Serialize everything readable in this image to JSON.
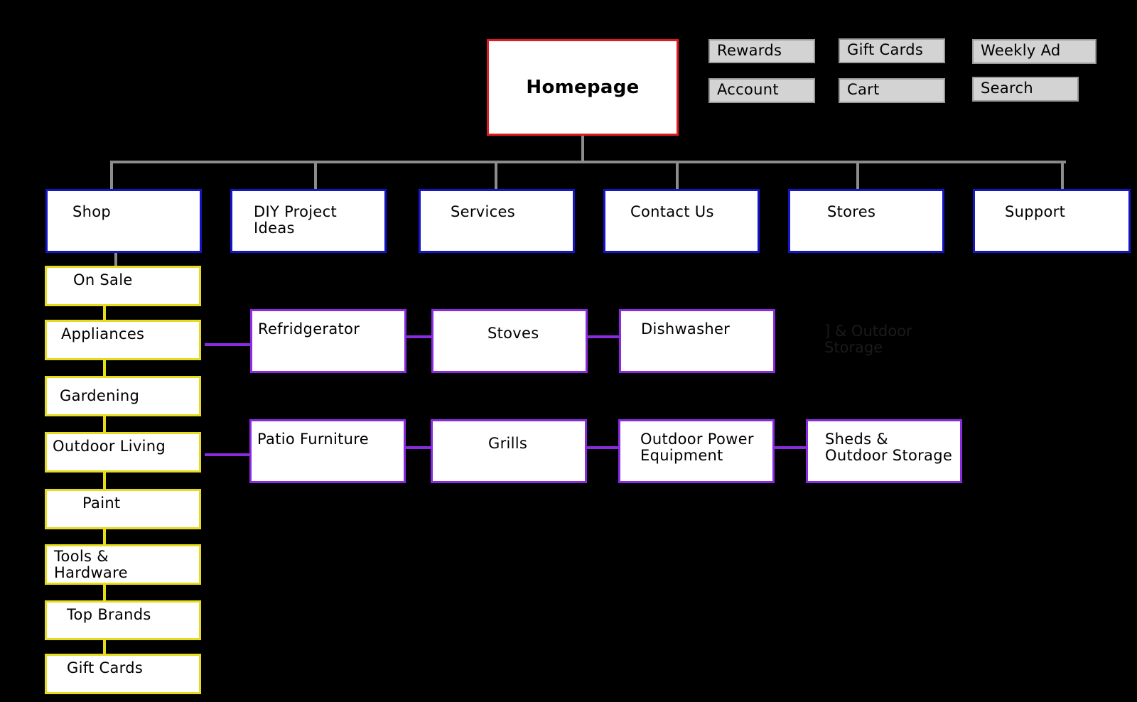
{
  "homepage": "Homepage",
  "utility_links": [
    "Rewards",
    "Gift Cards",
    "Weekly Ad",
    "Account",
    "Cart",
    "Search"
  ],
  "top_nav": [
    "Shop",
    "DIY Project Ideas",
    "Services",
    "Contact Us",
    "Stores",
    "Support"
  ],
  "shop_categories": [
    "On Sale",
    "Appliances",
    "Gardening",
    "Outdoor Living",
    "Paint",
    "Tools & Hardware",
    "Top Brands",
    "Gift Cards"
  ],
  "appliances_children": [
    "Refridgerator",
    "Stoves",
    "Dishwasher"
  ],
  "faint_label": "] & Outdoor Storage",
  "outdoor_living_children": [
    "Patio Furniture",
    "Grills",
    "Outdoor Power Equipment",
    "Sheds & Outdoor Storage"
  ],
  "colors": {
    "homepage_border": "#e21b23",
    "top_nav_border": "#1414c8",
    "shop_border": "#e7dc1b",
    "sub_border": "#8a2be2",
    "connector": "#8c8c8c"
  }
}
